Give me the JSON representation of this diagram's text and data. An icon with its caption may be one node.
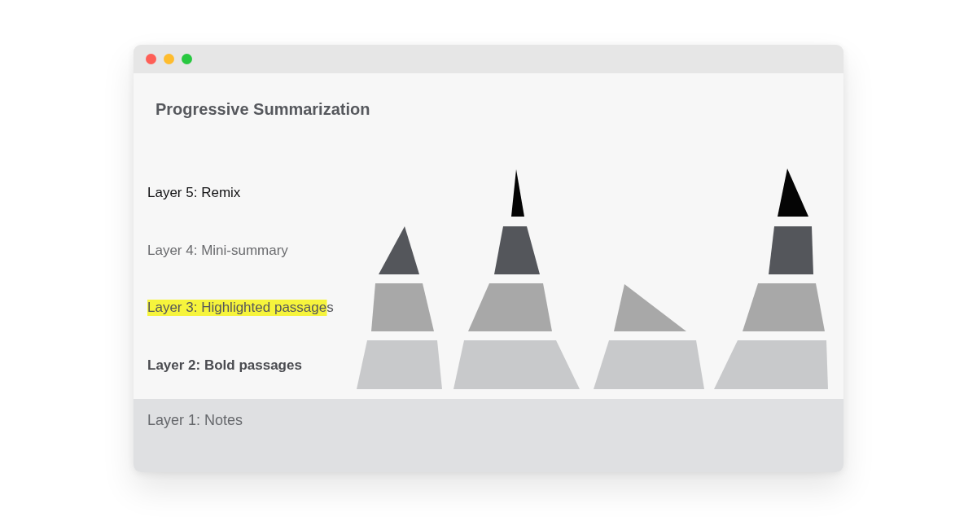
{
  "diagram": {
    "title": "Progressive Summarization",
    "nodes": [
      {
        "text": [
          "Layer 1: Notes"
        ]
      }
    ],
    "labels": [
      "Layer 5: Remix",
      "Layer 4: Mini-summary",
      "Layer 3: Highlighted passages",
      "Layer 2: Bold passages"
    ]
  }
}
